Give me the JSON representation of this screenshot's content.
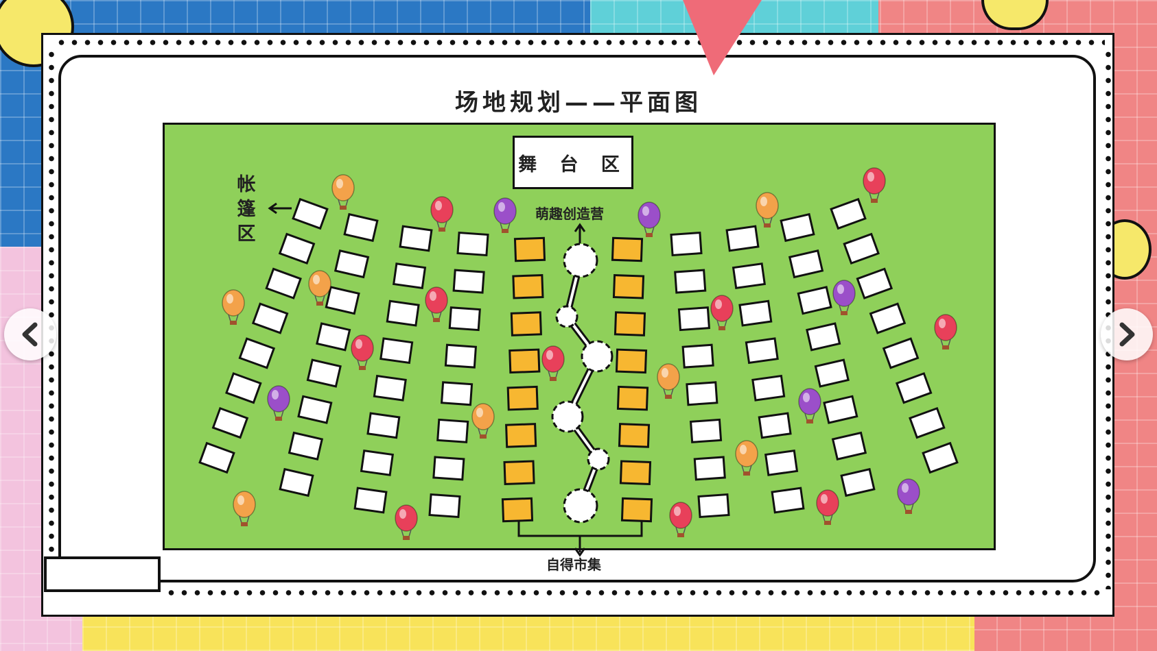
{
  "slide": {
    "title": "场地规划——平面图"
  },
  "plan": {
    "stage_label": "舞 台 区",
    "tent_area_label": "帐篷区",
    "camp_label": "萌趣创造营",
    "market_label": "自得市集"
  },
  "nav": {
    "prev_icon": "chevron-left-icon",
    "next_icon": "chevron-right-icon"
  },
  "colors": {
    "field": "#8fd05a",
    "booth_market": "#f7b731",
    "booth_tent": "#ffffff",
    "balloon_red": "#e8405a",
    "balloon_orange": "#f3a24a",
    "balloon_purple": "#9b4fc9"
  }
}
